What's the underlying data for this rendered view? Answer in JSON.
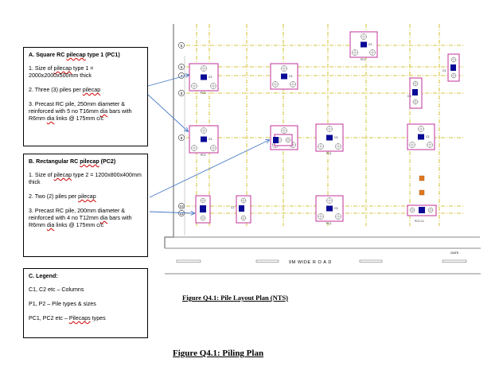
{
  "panels": {
    "a": {
      "title": "A. Square RC pilecap type 1 (PC1)",
      "items": [
        "1. Size of pilecap type 1 = 2000x2000x500mm thick",
        "2. Three (3) piles per pilecap",
        "3. Precast RC pile, 250mm diameter & reinforced with 5 no T16mm dia bars with R6mm dia links @ 175mm c/c"
      ]
    },
    "b": {
      "title": "B. Rectangular RC pilecap (PC2)",
      "items": [
        "1. Size of pilecap type 2 = 1200x800x400mm thick",
        "2. Two (2) piles per pilecap",
        "3. Precast RC pile, 200mm diameter & reinforced with 4 no T12mm dia bars with R6mm dia links @ 175mm c/c"
      ]
    },
    "c": {
      "title": "C. Legend:",
      "items": [
        "C1, C2 etc – Columns",
        "P1, P2 – Pile types & sizes",
        "PC1, PC2 etc – Pilecaps types"
      ]
    }
  },
  "plan": {
    "grid_labels": [
      "5",
      "6",
      "7",
      "8",
      "9",
      "10",
      "11"
    ],
    "road_label": "9M  WIDE  R O A D",
    "gate_label": "GATE",
    "cap_labels": [
      "PC1",
      "PC2",
      "C1",
      "C2",
      "C3"
    ]
  },
  "captions": {
    "plan_caption": "Figure Q4.1: Pile Layout Plan (NTS)",
    "figure_caption": "Figure Q4.1: Piling Plan"
  },
  "colors": {
    "grid": "#c8b400",
    "pilecap_outline": "#c0309a",
    "column": "#0a0a96",
    "arrow": "#4a7ac8",
    "pile_orange": "#e07820"
  }
}
